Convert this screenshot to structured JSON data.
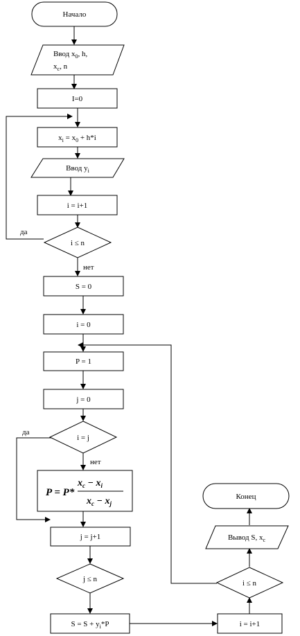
{
  "nodes": {
    "start": "Начало",
    "input_x0_h_1": "Ввод x",
    "input_x0_h_sub": "0",
    "input_x0_h_2": ", h,",
    "input_xc_n_1": "x",
    "input_xc_n_sub": "c",
    "input_xc_n_2": ", n",
    "init_I": "I=0",
    "xi_1": "x",
    "xi_sub1": "i",
    "xi_2": " = x",
    "xi_sub2": "0",
    "xi_3": " + h*i",
    "input_yi_1": "Ввод y",
    "input_yi_sub": "i",
    "inc_i_1": "i = i+1",
    "cond_i_le_n_1": "i ≤ n",
    "init_S": "S = 0",
    "init_i": "i = 0",
    "init_P": "P = 1",
    "init_j": "j = 0",
    "cond_i_eq_j": "i = j",
    "formula_left": "P = P*",
    "formula_num_x": "x",
    "formula_num_c": "c",
    "formula_num_minus": " − x",
    "formula_num_i": "i",
    "formula_den_x": "x",
    "formula_den_c": "c",
    "formula_den_minus": " − x",
    "formula_den_j": "j",
    "inc_j": "j = j+1",
    "cond_j_le_n": "j ≤ n",
    "sum_1": "S  = S + y",
    "sum_sub": "i",
    "sum_2": "*P",
    "inc_i_2": "i = i+1",
    "cond_i_le_n_2": "i ≤ n",
    "output_1": "Вывод S, x",
    "output_sub": "c",
    "end": "Конец"
  },
  "edge_labels": {
    "yes_1": "да",
    "no_1": "нет",
    "yes_2": "да",
    "no_2": "нет"
  }
}
